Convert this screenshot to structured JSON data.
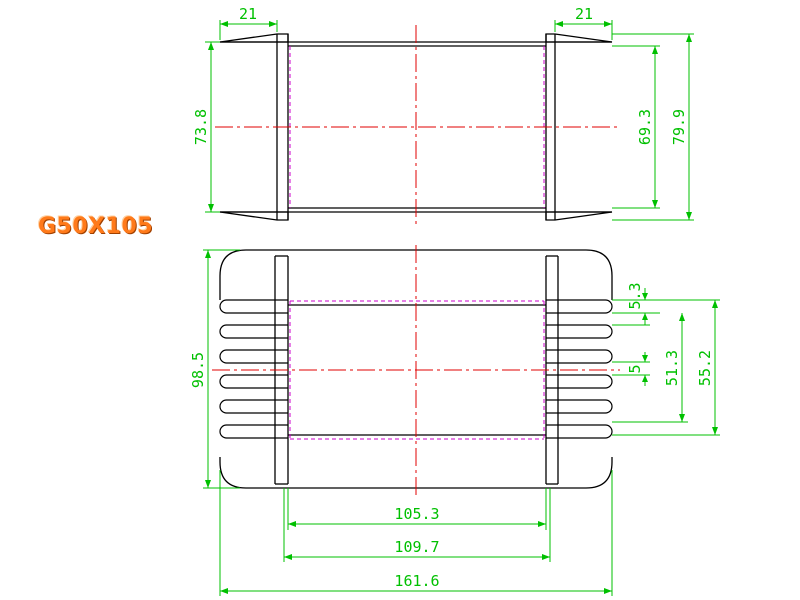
{
  "title": "G50X105",
  "colors": {
    "outline": "#000000",
    "dimension": "#00c000",
    "centerline": "#e00000",
    "hidden": "#cc00cc",
    "title": "#ff7a1a"
  },
  "top_view": {
    "dims": {
      "flange_left": "21",
      "flange_right": "21",
      "height_left": "73.8",
      "height_inner_right": "69.3",
      "height_outer_right": "79.9"
    }
  },
  "front_view": {
    "dims": {
      "height_left": "98.5",
      "slot": "5.3",
      "pitch": "5",
      "span_inner": "51.3",
      "span_outer": "55.2",
      "width_inner": "105.3",
      "width_mid": "109.7",
      "width_total": "161.6"
    }
  }
}
